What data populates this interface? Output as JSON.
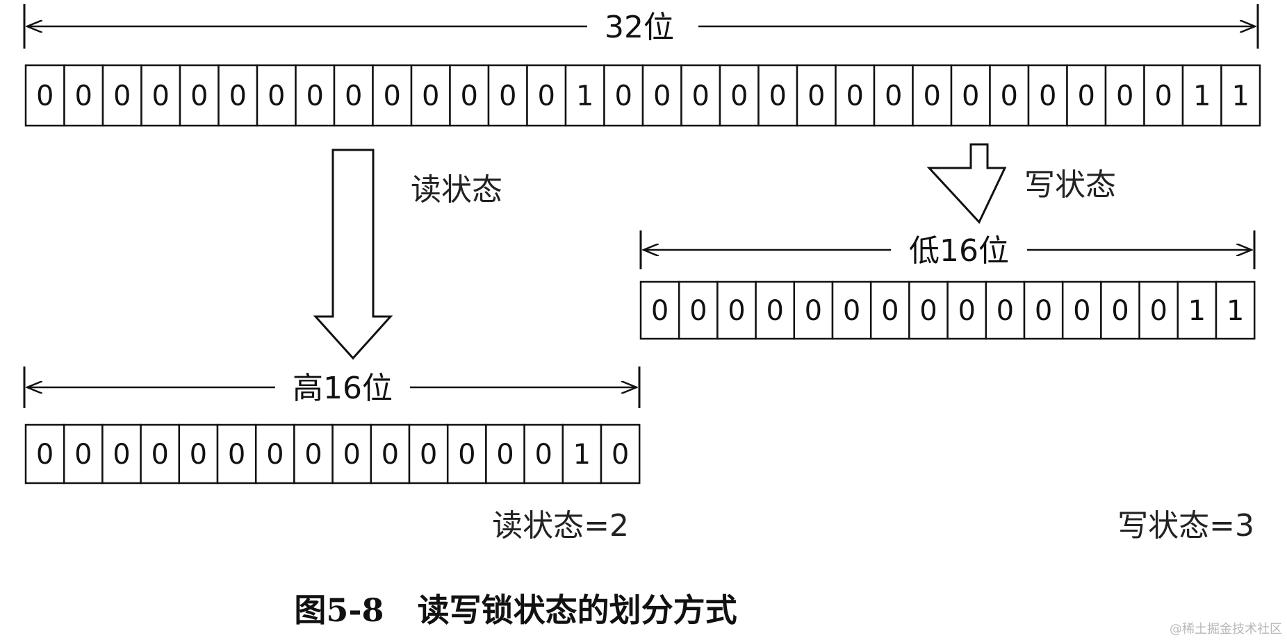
{
  "diagram": {
    "top_width_label": "32位",
    "low_width_label": "低16位",
    "high_width_label": "高16位",
    "read_arrow_label": "读状态",
    "write_arrow_label": "写状态",
    "read_result_label": "读状态=2",
    "write_result_label": "写状态=3",
    "top_bits": [
      "0",
      "0",
      "0",
      "0",
      "0",
      "0",
      "0",
      "0",
      "0",
      "0",
      "0",
      "0",
      "0",
      "0",
      "1",
      "0",
      "0",
      "0",
      "0",
      "0",
      "0",
      "0",
      "0",
      "0",
      "0",
      "0",
      "0",
      "0",
      "0",
      "0",
      "1",
      "1"
    ],
    "low_bits": [
      "0",
      "0",
      "0",
      "0",
      "0",
      "0",
      "0",
      "0",
      "0",
      "0",
      "0",
      "0",
      "0",
      "0",
      "1",
      "1"
    ],
    "high_bits": [
      "0",
      "0",
      "0",
      "0",
      "0",
      "0",
      "0",
      "0",
      "0",
      "0",
      "0",
      "0",
      "0",
      "0",
      "1",
      "0"
    ]
  },
  "caption": "图5-8   读写锁状态的划分方式",
  "watermark": "@稀土掘金技术社区"
}
